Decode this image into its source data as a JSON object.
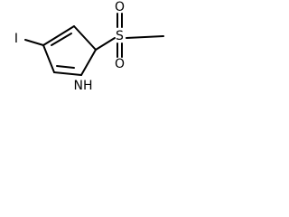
{
  "molecule": {
    "atoms": {
      "iodine": "I",
      "nitrogen_h": "NH",
      "sulfur": "S",
      "oxygen_top": "O",
      "oxygen_bottom": "O"
    }
  }
}
